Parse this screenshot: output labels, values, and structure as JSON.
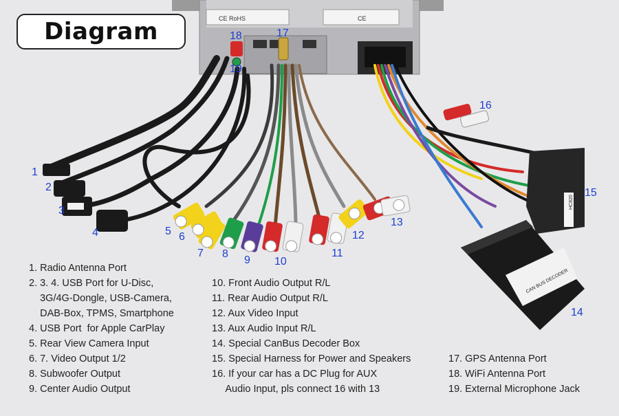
{
  "title": "Diagram",
  "callouts": [
    "1",
    "2",
    "3",
    "4",
    "5",
    "6",
    "7",
    "8",
    "9",
    "10",
    "11",
    "12",
    "13",
    "14",
    "15",
    "16",
    "17",
    "18",
    "19"
  ],
  "unit_labels": {
    "sticker_1": "CE  RoHS",
    "sticker_2": "CE",
    "box_label": "CAN BUS DECODER",
    "harness_label": "HC820"
  },
  "legend_col1": [
    "1. Radio Antenna Port",
    "2. 3. 4. USB Port for U-Disc,",
    "    3G/4G-Dongle, USB-Camera,",
    "    DAB-Box, TPMS, Smartphone",
    "4. USB Port  for Apple CarPlay",
    "5. Rear View Camera Input",
    "6. 7. Video Output 1/2",
    "8. Subwoofer Output",
    "9. Center Audio Output"
  ],
  "legend_col2": [
    "10. Front Audio Output R/L",
    "11. Rear Audio Output R/L",
    "12. Aux Video Input",
    "13. Aux Audio Input R/L",
    "14. Special CanBus Decoder Box",
    "15. Special Harness for Power and Speakers",
    "16. If your car has a DC Plug for AUX",
    "     Audio Input, pls connect 16 with 13"
  ],
  "legend_col3": [
    "17. GPS Antenna Port",
    "18. WiFi Antenna Port",
    "19. External Microphone Jack"
  ],
  "colors": {
    "callout_number": "#1c3fd0",
    "rca_yellow": "#f2d21a",
    "rca_red": "#d42a2a",
    "rca_white": "#f1f1f1",
    "rca_green": "#1e9e4a",
    "rca_purple": "#5a3d9a",
    "cable_black": "#1a1a1a",
    "background": "#e8e8ea"
  }
}
